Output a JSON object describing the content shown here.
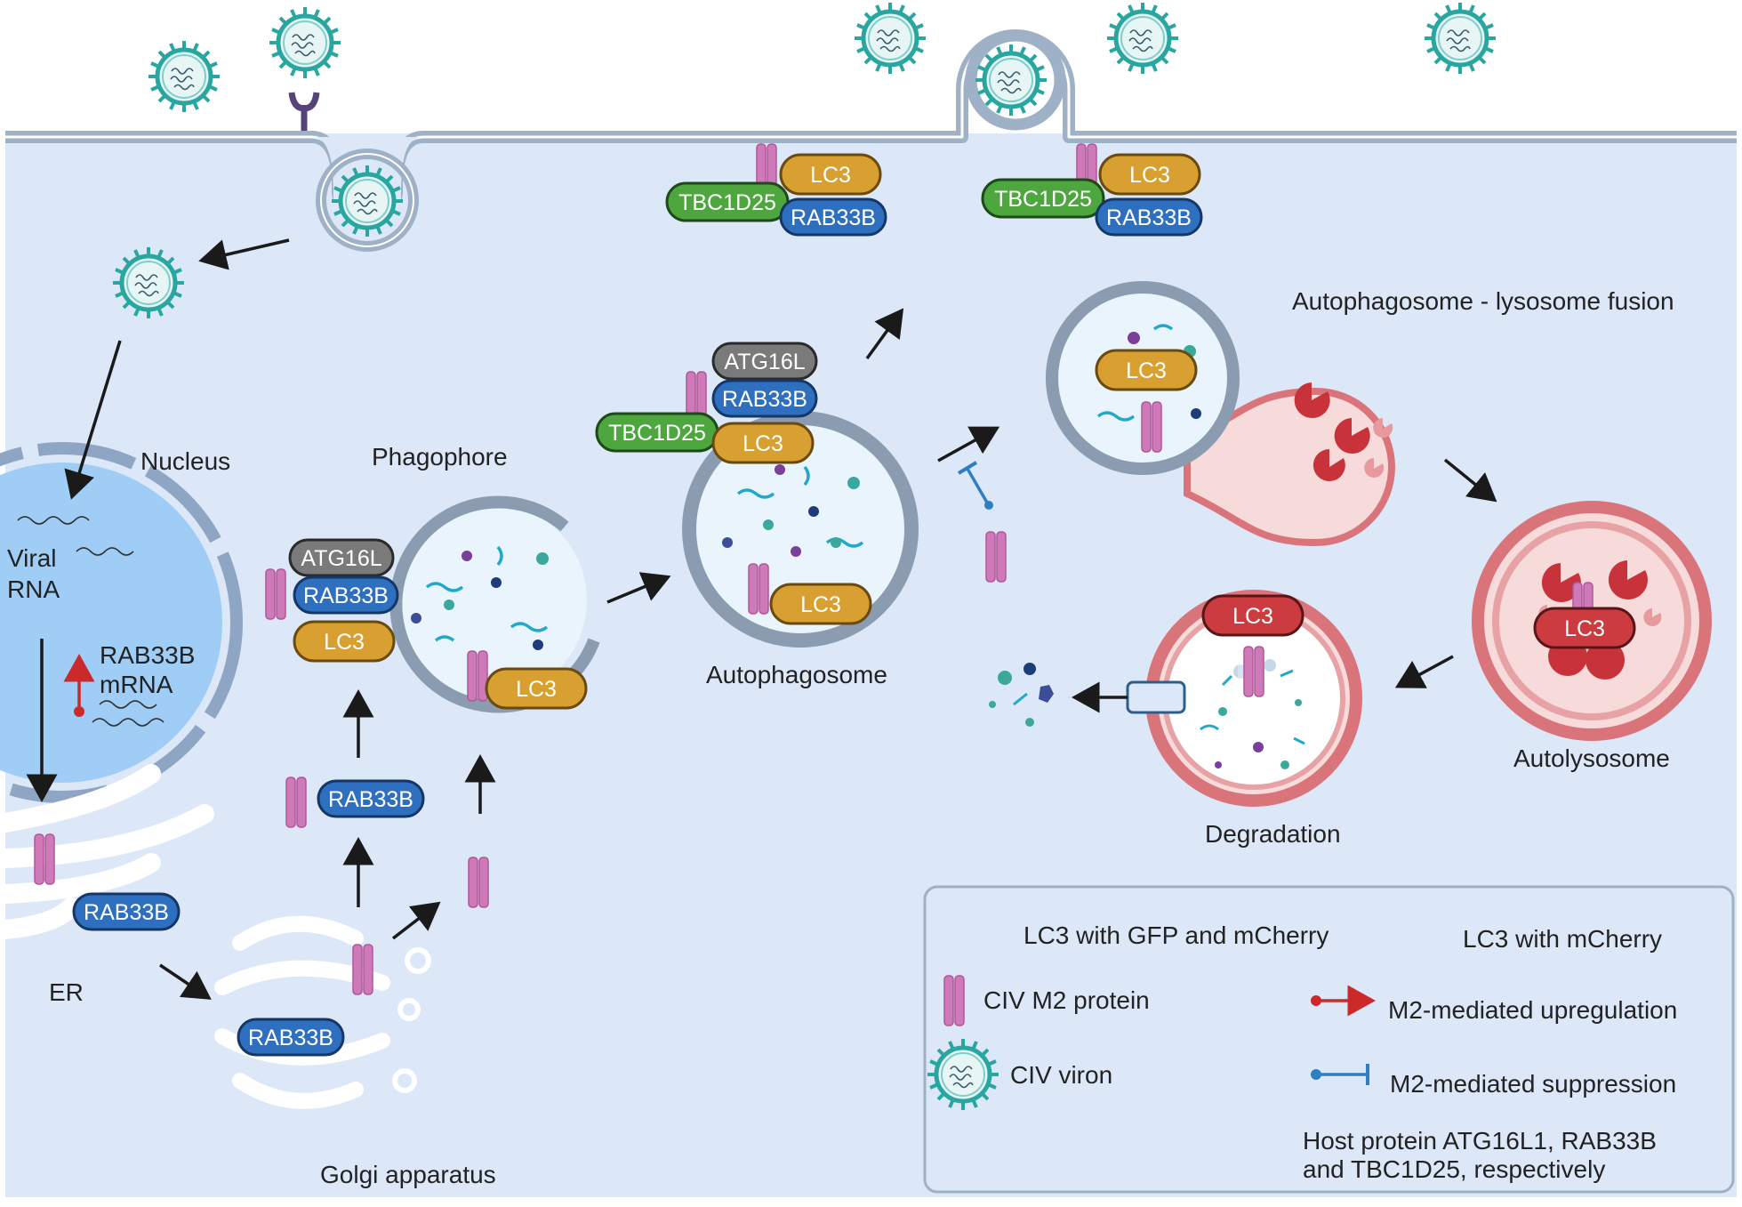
{
  "labels": {
    "nucleus": "Nucleus",
    "viral_rna_1": "Viral",
    "viral_rna_2": "RNA",
    "rab33b_mrna_1": "RAB33B",
    "rab33b_mrna_2": "mRNA",
    "er": "ER",
    "golgi": "Golgi apparatus",
    "phagophore": "Phagophore",
    "autophagosome": "Autophagosome",
    "fusion": "Autophagosome - lysosome fusion",
    "autolysosome": "Autolysosome",
    "degradation": "Degradation"
  },
  "proteins": {
    "lc3": "LC3",
    "rab33b": "RAB33B",
    "tbc1d25": "TBC1D25",
    "atg16l": "ATG16L"
  },
  "legend": {
    "lc3_gfp": "LC3 with GFP and mCherry",
    "lc3_mcherry": "LC3 with mCherry",
    "m2": "CIV M2 protein",
    "upregulation": "M2-mediated upregulation",
    "virion": "CIV viron",
    "suppression": "M2-mediated suppression",
    "host_1": "Host protein ATG16L1, RAB33B",
    "host_2": "and TBC1D25, respectively"
  },
  "colors": {
    "cytoplasm": "#dce8f8",
    "membrane": "#9fb1c6",
    "nucleus": "#9fcdf5",
    "lc3_gold": "#d7a030",
    "lc3_red": "#cc3b40",
    "rab33b_blue": "#2f6fc0",
    "tbc1d25_green": "#4ea63e",
    "atg16l_gray": "#7a7a7a",
    "m2_pink": "#cf7ab8",
    "virion_teal": "#2aa6a0",
    "upregulation_red": "#cc2a2a",
    "suppression_blue": "#2f7fc0"
  },
  "icons": [
    "virion-icon",
    "m2-protein-icon",
    "upregulation-arrow-icon",
    "suppression-bar-icon"
  ]
}
